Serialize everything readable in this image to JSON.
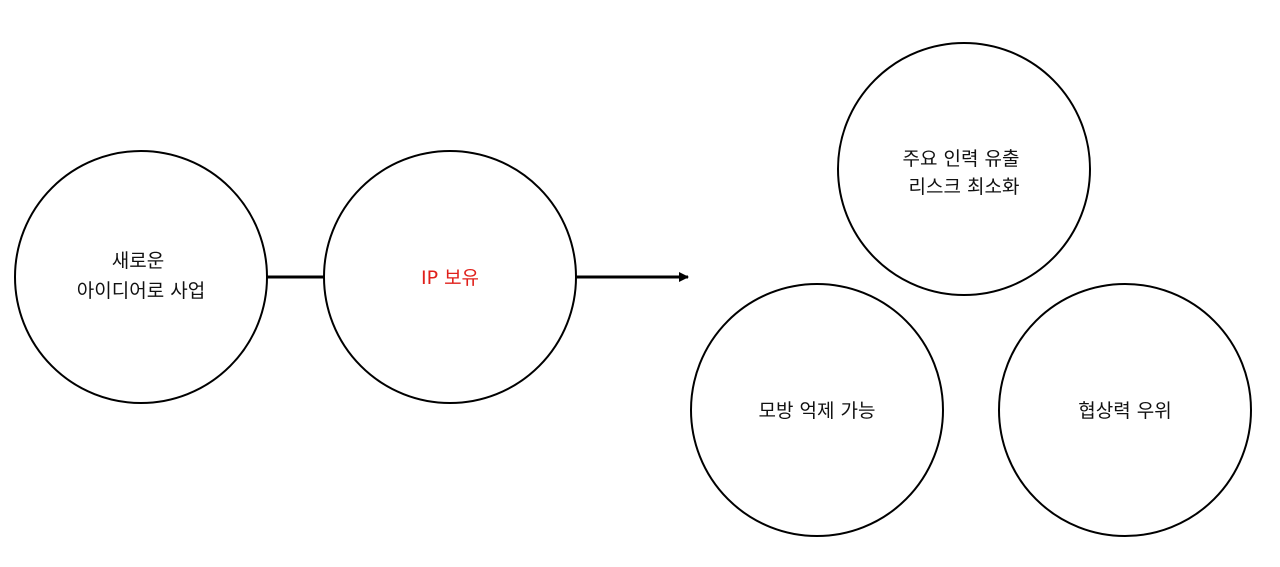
{
  "nodes": {
    "new_idea": {
      "line1": "새로운",
      "line2": "아이디어로 사업"
    },
    "ip": {
      "label": "IP 보유"
    },
    "risk": {
      "line1": "주요 인력 유출",
      "line2": "리스크 최소화"
    },
    "imitation": {
      "label": "모방 억제 가능"
    },
    "negotiation": {
      "label": "협상력 우위"
    }
  },
  "colors": {
    "stroke": "#000000",
    "highlight_text": "#e0201b",
    "text": "#111111"
  }
}
